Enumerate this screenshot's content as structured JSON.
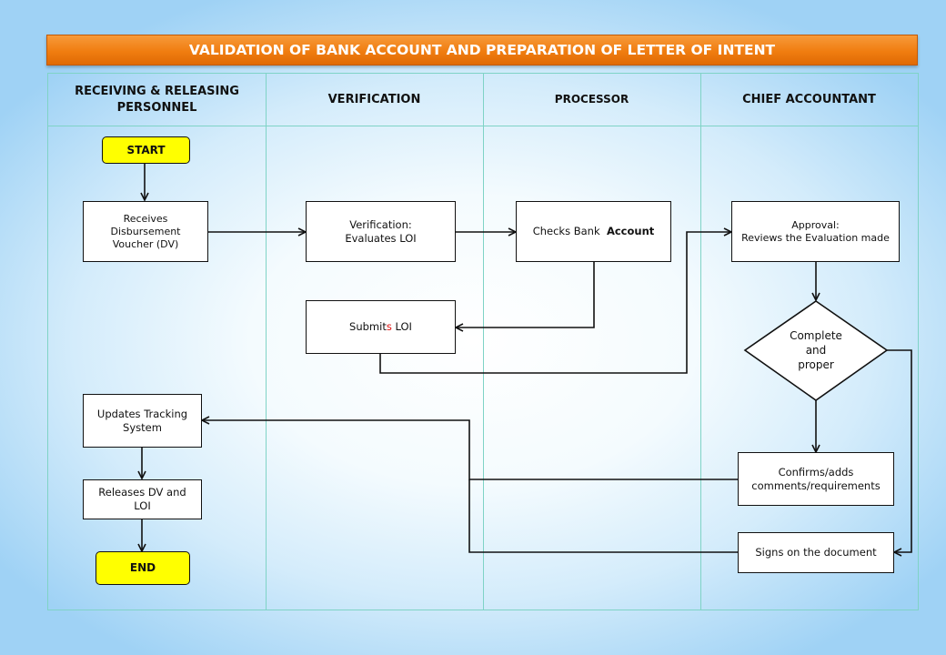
{
  "title": "VALIDATION OF BANK ACCOUNT AND PREPARATION OF LETTER OF INTENT",
  "lanes": [
    {
      "name": "RECEIVING & RELEASING PERSONNEL"
    },
    {
      "name": "VERIFICATION"
    },
    {
      "name": "PROCESSOR"
    },
    {
      "name": "CHIEF ACCOUNTANT"
    }
  ],
  "nodes": {
    "start": "START",
    "receives_dv": "Receives Disbursement Voucher (DV)",
    "verification_label": "Verification:",
    "verification_detail": "Evaluates LOI",
    "checks_bank_prefix": "Checks Bank",
    "checks_bank_bold": "Account",
    "submits_loi_before": "Submit",
    "submits_loi_red": "s",
    "submits_loi_after": "LOI",
    "approval_label": "Approval:",
    "approval_detail": "Reviews the Evaluation made",
    "decision_line1": "Complete",
    "decision_line2": "and",
    "decision_line3": "proper",
    "confirms": "Confirms/adds comments/requirements",
    "signs": "Signs on the document",
    "updates_tracking": "Updates Tracking System",
    "releases": "Releases DV and LOI",
    "end": "END"
  },
  "colors": {
    "title_bar": "#f07d10",
    "terminal_fill": "#ffff00",
    "lane_lines": "#7fd3c6",
    "accent_text": "#e01010"
  }
}
